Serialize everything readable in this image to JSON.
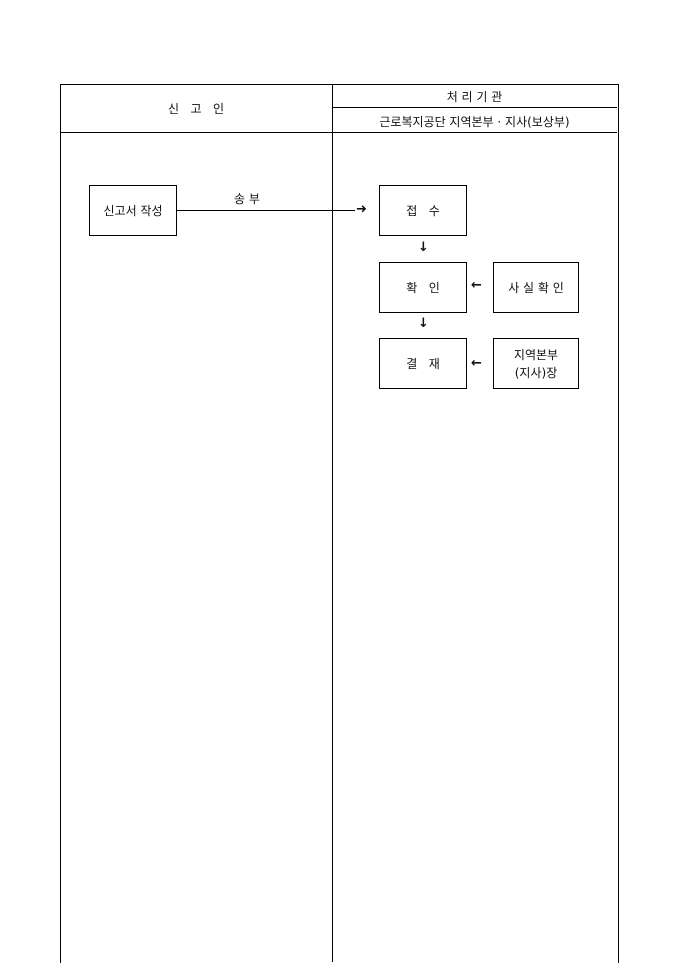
{
  "header": {
    "applicant": "신   고   인",
    "processor": "처 리 기 관",
    "processor_sub": "근로복지공단 지역본부 · 지사(보상부)"
  },
  "flow": {
    "write": "신고서 작성",
    "send_label": "송 부",
    "receipt": "접   수",
    "confirm": "확   인",
    "fact_check": "사 실 확 인",
    "approval": "결   재",
    "approver": "지역본부\n(지사)장"
  },
  "arrows": {
    "right": "➜",
    "down": "↓",
    "left": "←"
  }
}
